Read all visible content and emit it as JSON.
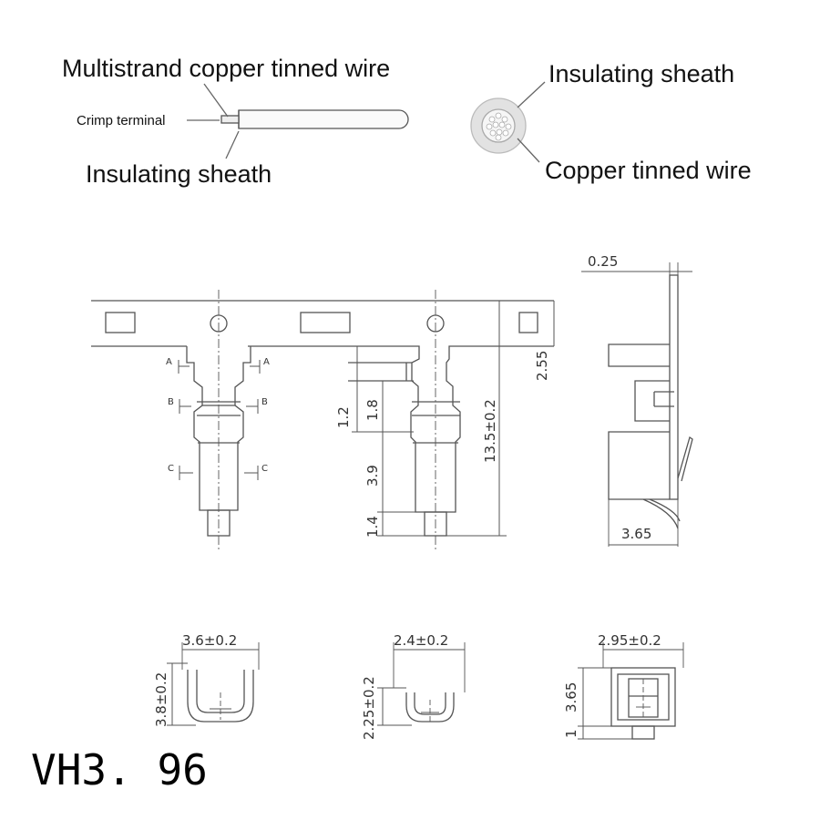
{
  "wire_diagram": {
    "multistrand_label": "Multistrand copper tinned wire",
    "crimp_label": "Crimp terminal",
    "sheath_label": "Insulating sheath"
  },
  "cross_section": {
    "sheath_label": "Insulating sheath",
    "copper_label": "Copper tinned wire"
  },
  "dimensions": {
    "thickness": "0.25",
    "total_length": "13.5±0.2",
    "pitch_height": "2.55",
    "d_1_2": "1.2",
    "d_1_8": "1.8",
    "d_3_9": "3.9",
    "d_1_4": "1.4",
    "side_width": "3.65",
    "section_a_width": "3.6±0.2",
    "section_a_height": "3.8±0.2",
    "section_b_width": "2.4±0.2",
    "section_b_height": "2.25±0.2",
    "section_c_width": "2.95±0.2",
    "section_c_height": "3.65",
    "section_c_pin": "1"
  },
  "section_marks": {
    "a": "A",
    "b": "B",
    "c": "C"
  },
  "model": "VH3. 96"
}
